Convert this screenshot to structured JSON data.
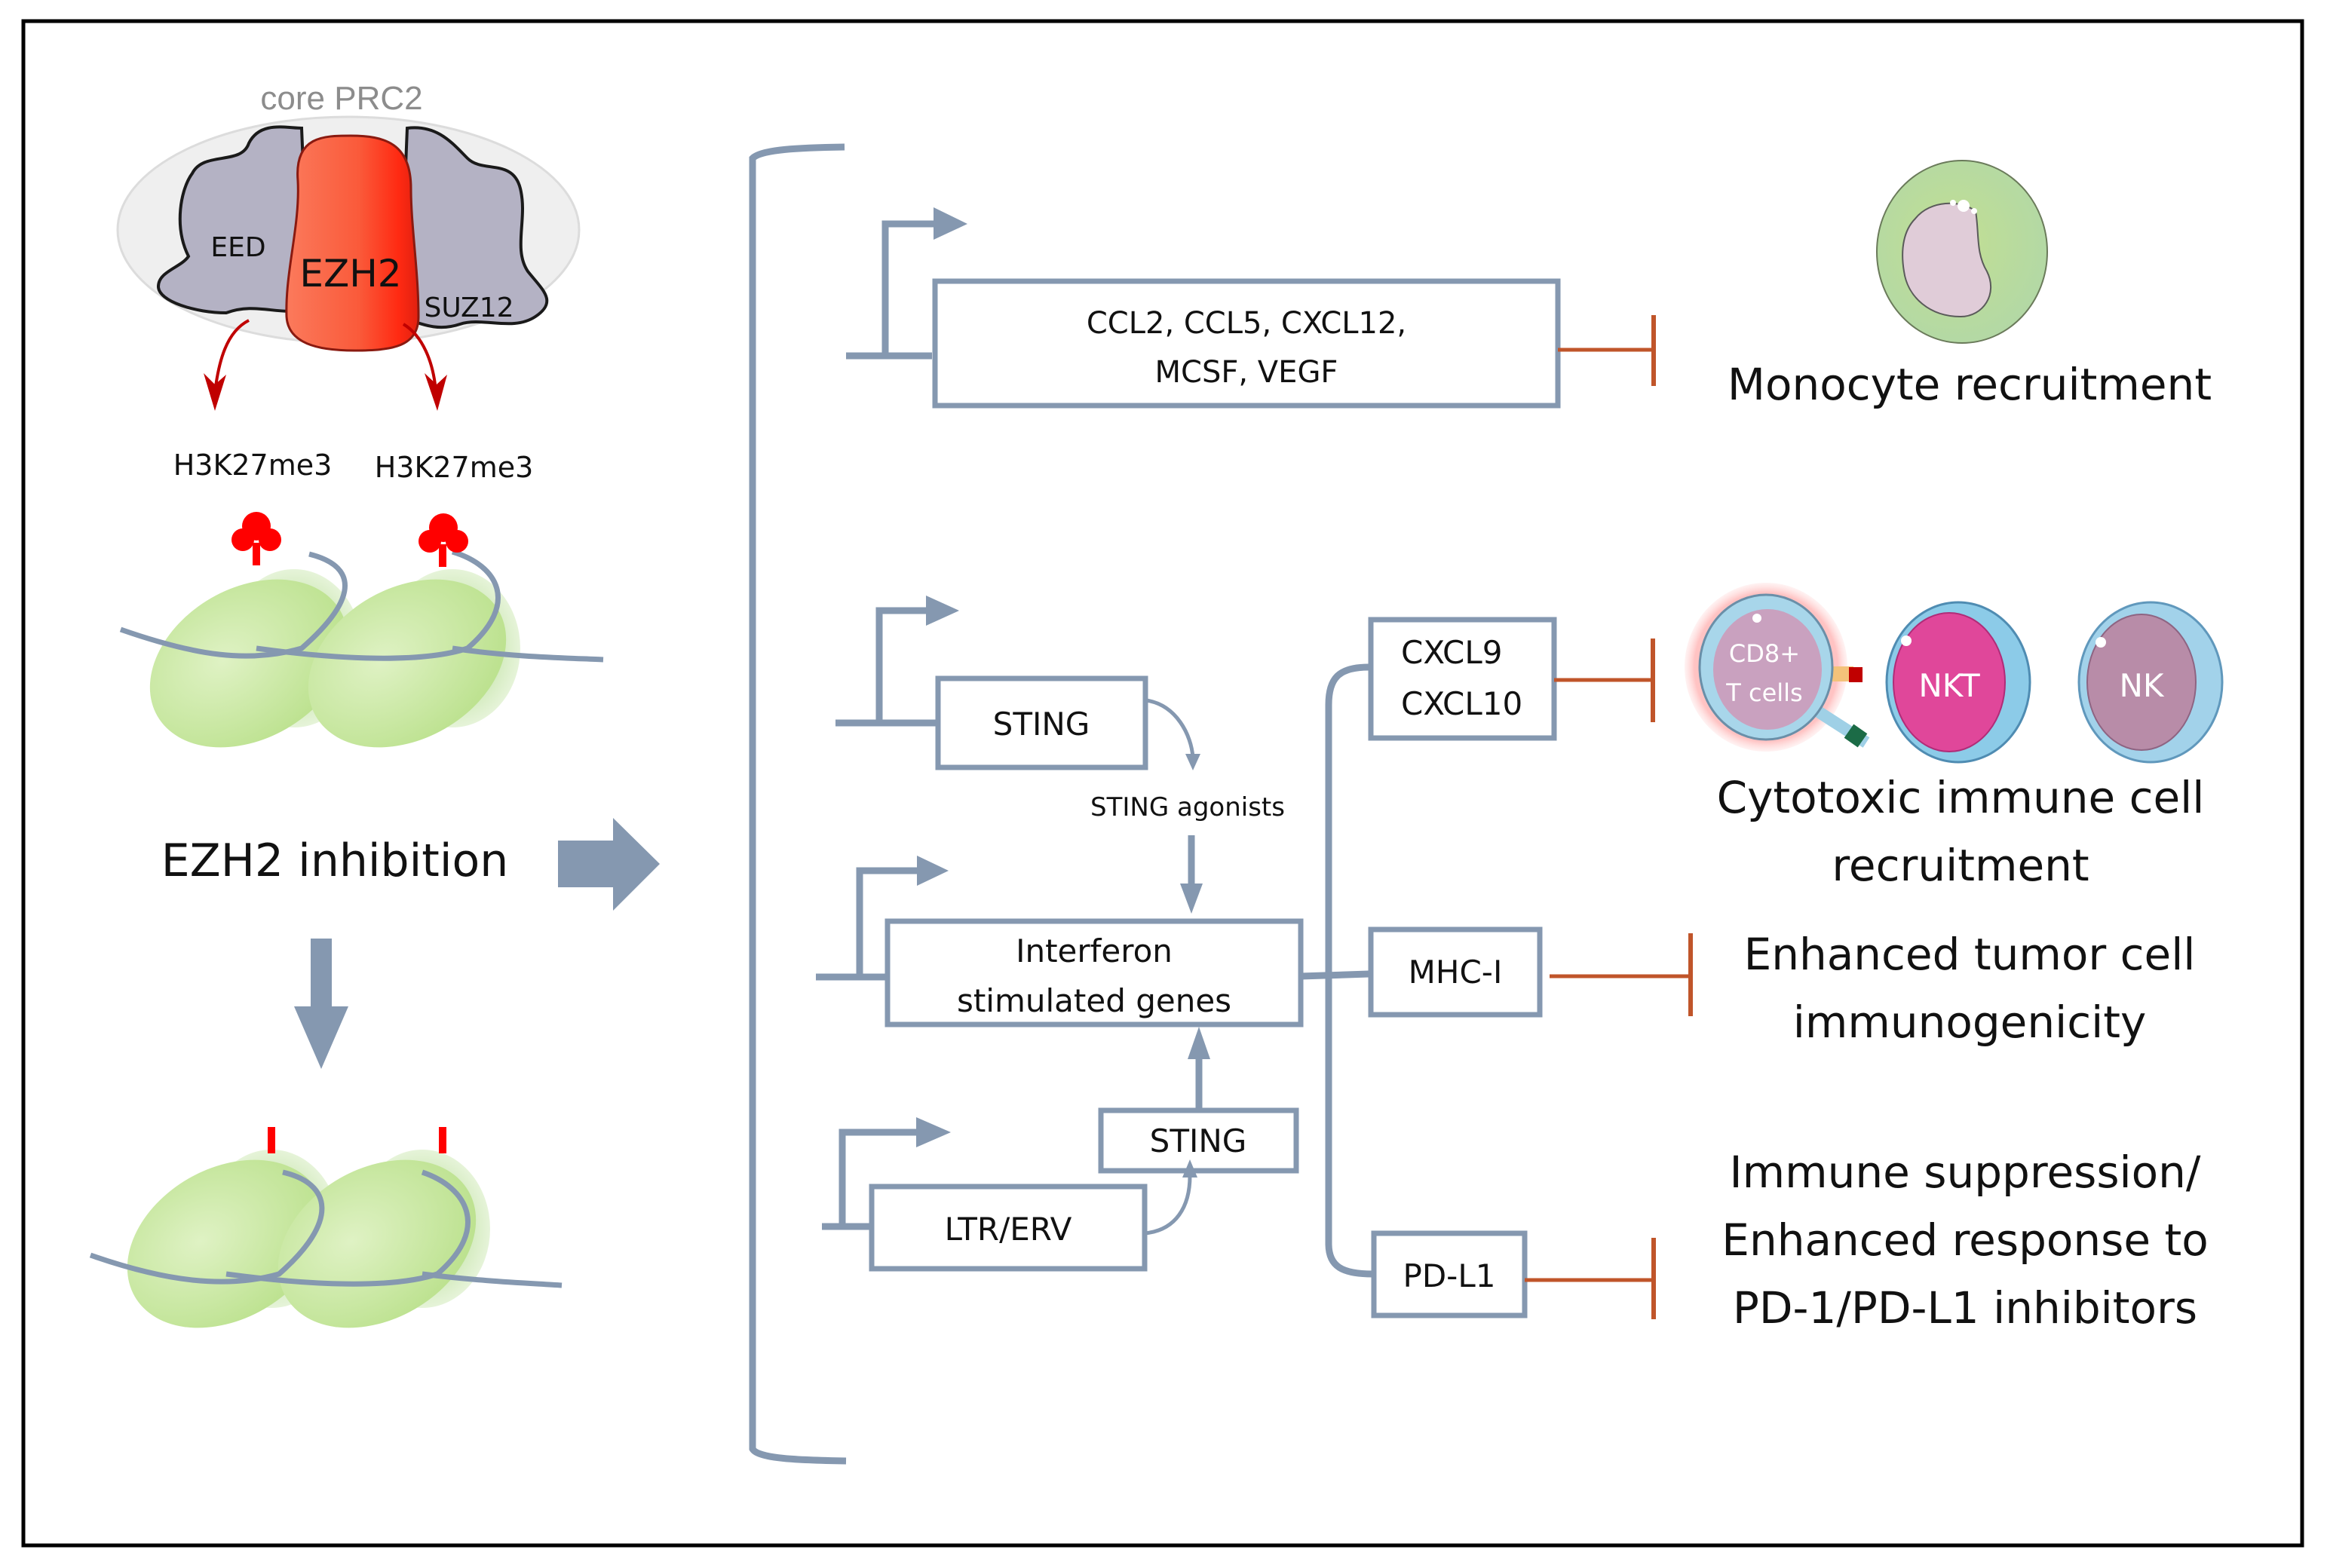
{
  "figure": {
    "colors": {
      "flow": "#8598b0",
      "inhibition": "#c0552a",
      "ezh2": "#fa5a3a",
      "prc2_subunits": "#b4b2c4",
      "nucleosome": "#cfeaa8",
      "methyl_mark": "#ff0000"
    },
    "left_panel": {
      "complex_title": "core PRC2",
      "subunits": [
        "EED",
        "EZH2",
        "SUZ12"
      ],
      "mark_left": "H3K27me3",
      "mark_right": "H3K27me3",
      "treatment_label": "EZH2 inhibition"
    },
    "pathways": {
      "top_genes_line1": "CCL2, CCL5, CXCL12,",
      "top_genes_line2": "MCSF, VEGF",
      "sting_top": "STING",
      "sting_agonists": "STING agonists",
      "isg_line1": "Interferon",
      "isg_line2": "stimulated genes",
      "sting_bottom": "STING",
      "ltr_erv": "LTR/ERV",
      "cxcl_line1": "CXCL9",
      "cxcl_line2": "CXCL10",
      "mhc": "MHC-I",
      "pdl1": "PD-L1"
    },
    "outcomes": {
      "monocyte": "Monocyte recruitment",
      "cytotoxic_line1": "Cytotoxic immune cell",
      "cytotoxic_line2": "recruitment",
      "immunogenicity_line1": "Enhanced tumor cell",
      "immunogenicity_line2": "immunogenicity",
      "suppression_line1": "Immune suppression/",
      "suppression_line2": "Enhanced response to",
      "suppression_line3": "PD-1/PD-L1 inhibitors"
    },
    "cells": {
      "cd8_line1": "CD8+",
      "cd8_line2": "T cells",
      "nkt": "NKT",
      "nk": "NK"
    }
  }
}
